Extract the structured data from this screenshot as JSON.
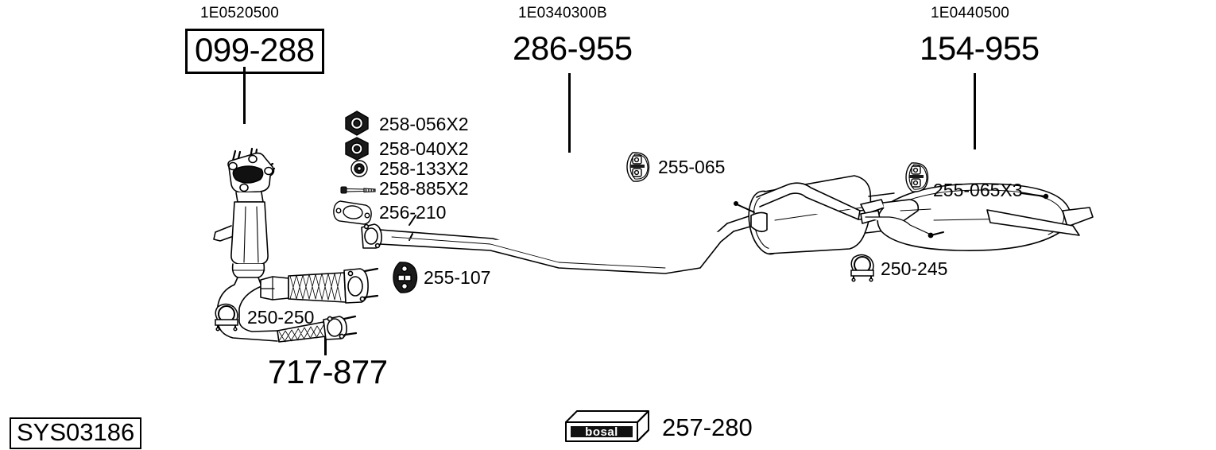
{
  "diagram": {
    "system_code": "SYS03186",
    "brand": "bosal",
    "brand_part_code": "257-280",
    "background_color": "#ffffff",
    "line_color": "#000000"
  },
  "main_assemblies": [
    {
      "id": "catalytic-converter",
      "oe_code": "1E0520500",
      "part_code": "099-288",
      "boxed": true
    },
    {
      "id": "centre-silencer",
      "oe_code": "1E0340300B",
      "part_code": "286-955",
      "boxed": false
    },
    {
      "id": "rear-silencer",
      "oe_code": "1E0440500",
      "part_code": "154-955",
      "boxed": false
    }
  ],
  "front_pipe": {
    "id": "front-pipe",
    "part_code": "717-877"
  },
  "fittings_list": [
    {
      "id": "nut-258-056",
      "icon": "hex-nut-icon",
      "label": "258-056X2"
    },
    {
      "id": "nut-258-040",
      "icon": "hex-nut-icon",
      "label": "258-040X2"
    },
    {
      "id": "washer-258-133",
      "icon": "washer-icon",
      "label": "258-133X2"
    },
    {
      "id": "bolt-258-885",
      "icon": "bolt-icon",
      "label": "258-885X2"
    },
    {
      "id": "gasket-256-210",
      "icon": "gasket-icon",
      "label": "256-210"
    }
  ],
  "loose_parts": [
    {
      "id": "clamp-250-250",
      "icon": "u-clamp-icon",
      "label": "250-250"
    },
    {
      "id": "hanger-255-107",
      "icon": "rubber-hanger-icon",
      "label": "255-107"
    },
    {
      "id": "hanger-255-065",
      "icon": "rubber-mount-icon",
      "label": "255-065"
    },
    {
      "id": "hanger-255-065x3",
      "icon": "rubber-mount-icon",
      "label": "255-065X3"
    },
    {
      "id": "clamp-250-245",
      "icon": "u-clamp-icon",
      "label": "250-245"
    }
  ]
}
